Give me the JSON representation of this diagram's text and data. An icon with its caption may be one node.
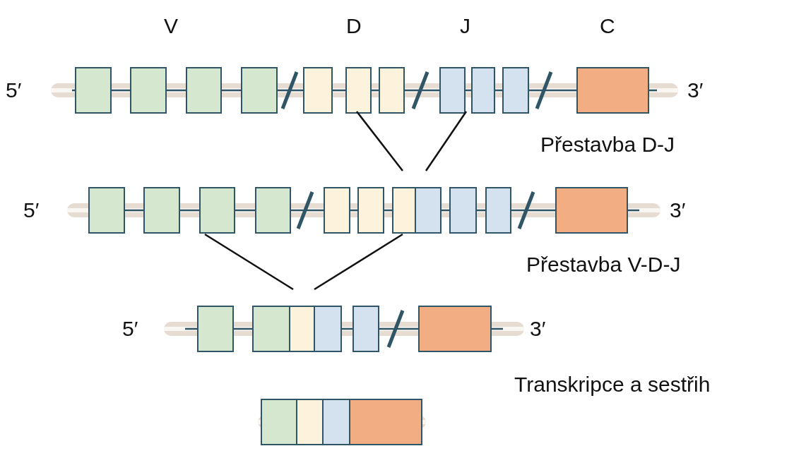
{
  "diagram": {
    "labels": [
      "V",
      "D",
      "J",
      "C",
      "5′",
      "3′",
      "Přestavba D-J",
      "5′",
      "3′",
      "Přestavba V-D-J",
      "5′",
      "3′",
      "Transkripce a sestřih"
    ]
  }
}
